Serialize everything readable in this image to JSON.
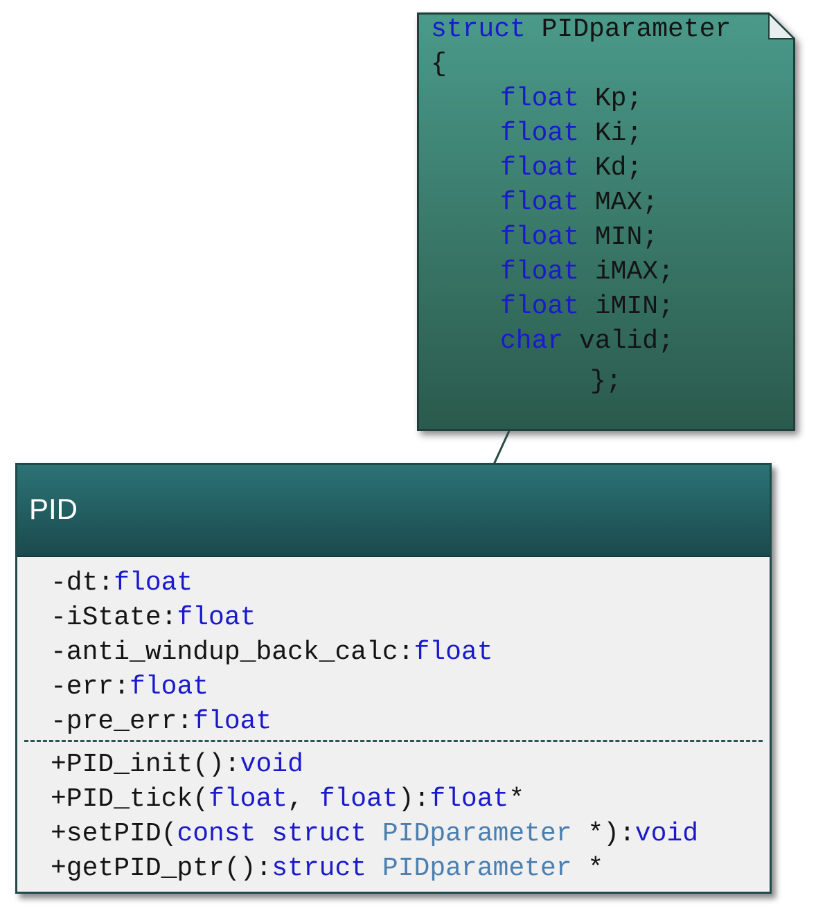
{
  "note": {
    "lines": [
      {
        "kw": "struct",
        "rest": " PIDparameter"
      },
      {
        "kw": "",
        "rest": "{"
      },
      {
        "kw": "float",
        "rest": " Kp;"
      },
      {
        "kw": "float",
        "rest": " Ki;"
      },
      {
        "kw": "float",
        "rest": " Kd;"
      },
      {
        "kw": "float",
        "rest": " MAX;"
      },
      {
        "kw": "float",
        "rest": " MIN;"
      },
      {
        "kw": "float",
        "rest": " iMAX;"
      },
      {
        "kw": "float",
        "rest": " iMIN;"
      },
      {
        "kw": "char",
        "rest": " valid;"
      },
      {
        "kw": "",
        "rest": "};"
      }
    ]
  },
  "class_box": {
    "name": "PID",
    "attributes": [
      {
        "name": "-dt:",
        "type": "float"
      },
      {
        "name": "-iState:",
        "type": "float"
      },
      {
        "name": "-anti_windup_back_calc:",
        "type": "float"
      },
      {
        "name": "-err:",
        "type": "float"
      },
      {
        "name": "-pre_err:",
        "type": "float"
      }
    ],
    "methods": [
      {
        "parts": [
          {
            "t": "+PID_init():",
            "c": "dark"
          },
          {
            "t": "void",
            "c": "kw"
          }
        ]
      },
      {
        "parts": [
          {
            "t": "+PID_tick(",
            "c": "dark"
          },
          {
            "t": "float",
            "c": "kw"
          },
          {
            "t": ", ",
            "c": "dark"
          },
          {
            "t": "float",
            "c": "kw"
          },
          {
            "t": "):",
            "c": "dark"
          },
          {
            "t": "float",
            "c": "kw"
          },
          {
            "t": "*",
            "c": "dark"
          }
        ]
      },
      {
        "parts": [
          {
            "t": "+setPID(",
            "c": "dark"
          },
          {
            "t": "const",
            "c": "kw"
          },
          {
            "t": " ",
            "c": "dark"
          },
          {
            "t": "struct",
            "c": "kw"
          },
          {
            "t": " ",
            "c": "dark"
          },
          {
            "t": "PIDparameter",
            "c": "typ"
          },
          {
            "t": " *):",
            "c": "dark"
          },
          {
            "t": "void",
            "c": "kw"
          }
        ]
      },
      {
        "parts": [
          {
            "t": "+getPID_ptr():",
            "c": "dark"
          },
          {
            "t": "struct",
            "c": "kw"
          },
          {
            "t": " ",
            "c": "dark"
          },
          {
            "t": "PIDparameter",
            "c": "typ"
          },
          {
            "t": " *",
            "c": "dark"
          }
        ]
      }
    ]
  },
  "colors": {
    "keyword": "#1a1acc",
    "type_name": "#4a7fb0",
    "note_top": "#4a9a8a",
    "note_bottom": "#2a5a4c",
    "header_top": "#2b7376",
    "header_bottom": "#1b4a4d"
  }
}
